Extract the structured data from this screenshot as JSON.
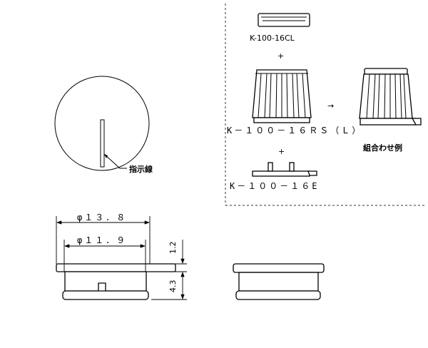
{
  "labels": {
    "part_cl": "K-100-16CL",
    "part_rs": "K－１００－１６ＲＳ（Ｌ）",
    "part_e": "K－１００－１６E",
    "plus": "+",
    "arrow": "→",
    "combo_example": "組合わせ例",
    "indicator_line": "指示線"
  },
  "dimensions": {
    "outer_dia": "φ１３．８",
    "inner_dia": "φ１１．９",
    "height_top": "1.2",
    "height_body": "4.3"
  }
}
